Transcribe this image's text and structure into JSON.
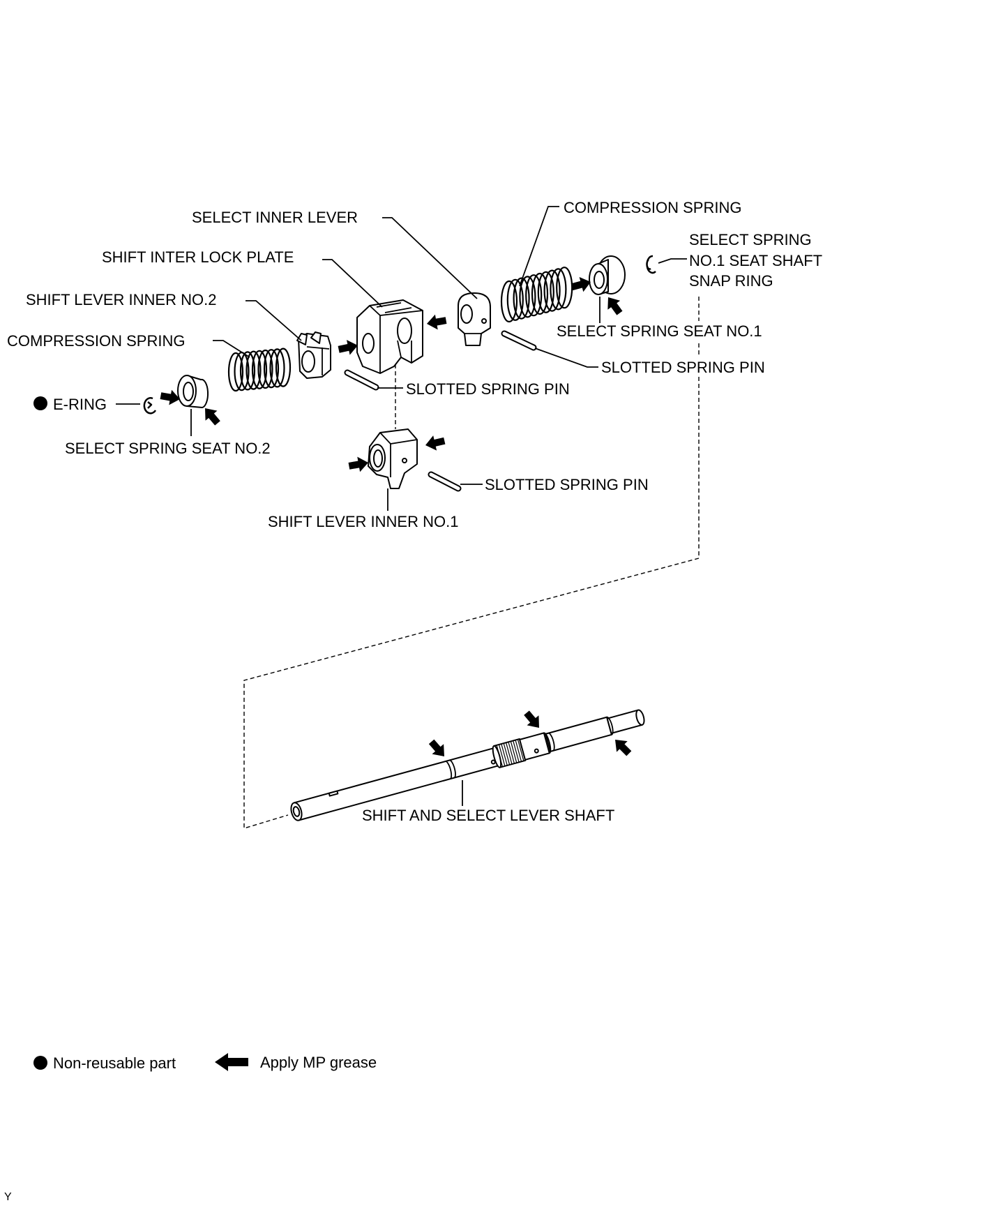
{
  "labels": {
    "select_inner_lever": "SELECT INNER LEVER",
    "shift_inter_lock_plate": "SHIFT INTER LOCK PLATE",
    "shift_lever_inner_no2": "SHIFT LEVER INNER NO.2",
    "compression_spring_left": "COMPRESSION SPRING",
    "e_ring": "E-RING",
    "select_spring_seat_no2": "SELECT SPRING SEAT NO.2",
    "slotted_spring_pin_center": "SLOTTED SPRING PIN",
    "shift_lever_inner_no1": "SHIFT LEVER INNER NO.1",
    "slotted_spring_pin_lower": "SLOTTED SPRING PIN",
    "compression_spring_right": "COMPRESSION SPRING",
    "snap_ring": [
      "SELECT SPRING",
      "NO.1 SEAT SHAFT",
      "SNAP RING"
    ],
    "select_spring_seat_no1": "SELECT SPRING SEAT NO.1",
    "slotted_spring_pin_right": "SLOTTED SPRING PIN",
    "shift_and_select_lever_shaft": "SHIFT AND SELECT LEVER SHAFT"
  },
  "legend": {
    "non_reusable_icon": "black-dot-icon",
    "non_reusable": "Non-reusable part",
    "grease_icon": "black-arrow-icon",
    "apply_grease": "Apply MP grease"
  },
  "corner_code": "Y"
}
